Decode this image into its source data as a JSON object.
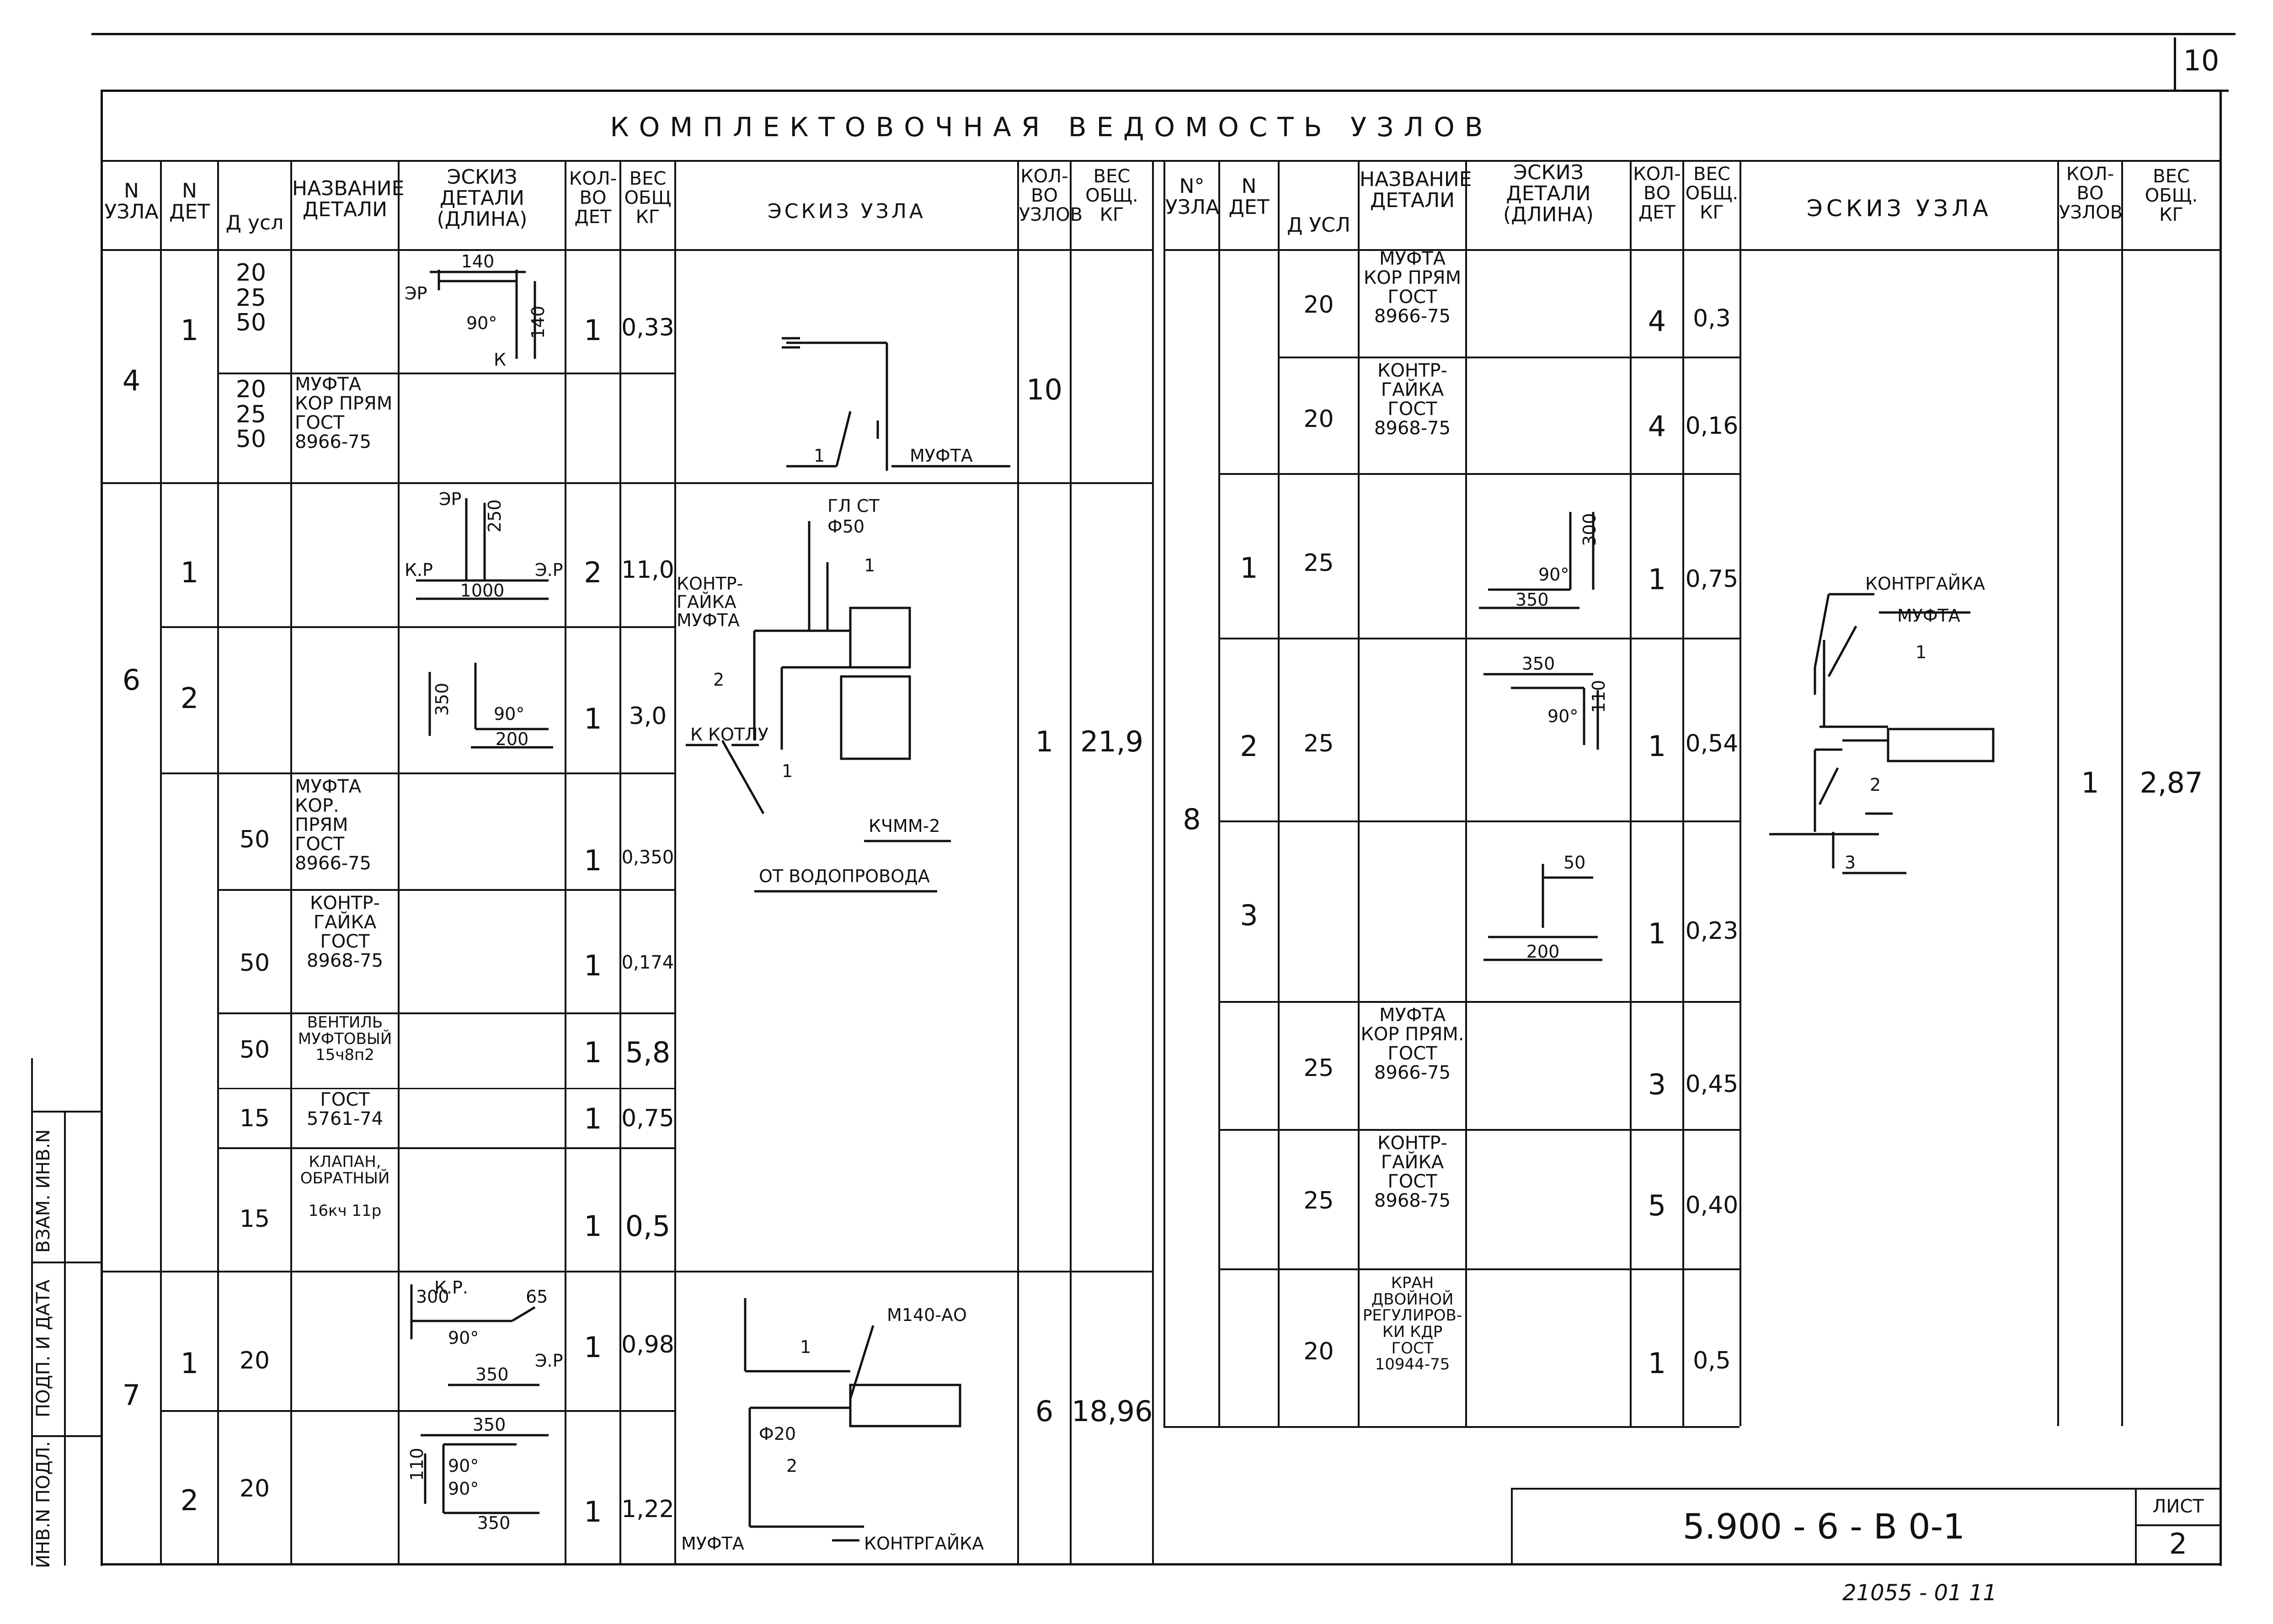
{
  "sheet": {
    "corner_number": "10",
    "title": "КОМПЛЕКТОВОЧНАЯ ВЕДОМОСТЬ УЗЛОВ",
    "doc_code": "5.900 - 6 - В 0-1",
    "sheet_label": "ЛИСТ",
    "sheet_number": "2",
    "archive_number": "21055 - 01  11",
    "side_stamp": [
      "ИНВ.N ПОДЛ.",
      "ПОДП. И ДАТА",
      "ВЗАМ. ИНВ.N"
    ]
  },
  "headers": {
    "left": {
      "node_no": "N\nУЗЛА",
      "part_no": "N\nДЕТ",
      "dn": "Д усл",
      "name": "НАЗВАНИЕ\nДЕТАЛИ",
      "sketch": "ЭСКИЗ\nДЕТАЛИ\n(ДЛИНА)",
      "qty": "КОЛ-\nВО\nДЕТ",
      "weight": "ВЕС\nОБЩ\nКГ",
      "node_sketch": "ЭСКИЗ  УЗЛА",
      "node_qty": "КОЛ-\nВО\nУЗЛОВ",
      "node_weight": "ВЕС\nОБЩ.\nКГ"
    },
    "right": {
      "node_no": "N°\nУЗЛА",
      "part_no": "N\nДЕТ",
      "dn": "Д УСЛ",
      "name": "НАЗВАНИЕ\nДЕТАЛИ",
      "sketch": "ЭСКИЗ\nДЕТАЛИ\n(ДЛИНА)",
      "qty": "КОЛ-\nВО\nДЕТ",
      "weight": "ВЕС\nОБЩ.\nКГ",
      "node_sketch": "ЭСКИЗ  УЗЛА",
      "node_qty": "КОЛ-\nВО\nУЗЛОВ",
      "node_weight": "ВЕС\nОБЩ.\nКГ"
    }
  },
  "left_rows": [
    {
      "node": "4",
      "part": "1",
      "dn": "20\n25\n50",
      "name": "",
      "qty": "1",
      "weight": "0,33"
    },
    {
      "node": "",
      "part": "",
      "dn": "20\n25\n50",
      "name": "МУФТА\nКОР ПРЯМ\nГОСТ\n8966-75",
      "qty": "",
      "weight": ""
    },
    {
      "node": "6",
      "part": "1",
      "dn": "",
      "name": "",
      "qty": "2",
      "weight": "11,0"
    },
    {
      "node": "",
      "part": "2",
      "dn": "",
      "name": "",
      "qty": "1",
      "weight": "3,0"
    },
    {
      "node": "",
      "part": "",
      "dn": "50",
      "name": "МУФТА\nКОР. ПРЯМ\nГОСТ\n8966-75",
      "qty": "1",
      "weight": "0,350"
    },
    {
      "node": "",
      "part": "",
      "dn": "50",
      "name": "КОНТР-\nГАЙКА\nГОСТ\n8968-75",
      "qty": "1",
      "weight": "0,174"
    },
    {
      "node": "",
      "part": "",
      "dn": "50",
      "name": "ВЕНТИЛЬ\nМУФТОВЫЙ\n15ч8п2",
      "qty": "1",
      "weight": "5,8"
    },
    {
      "node": "",
      "part": "",
      "dn": "15",
      "name": "ГОСТ\n5761-74",
      "qty": "1",
      "weight": "0,75"
    },
    {
      "node": "",
      "part": "",
      "dn": "15",
      "name": "КЛАПАН,\nОБРАТНЫЙ\n\n16кч 11р",
      "qty": "1",
      "weight": "0,5"
    },
    {
      "node": "7",
      "part": "1",
      "dn": "20",
      "name": "",
      "qty": "1",
      "weight": "0,98"
    },
    {
      "node": "",
      "part": "2",
      "dn": "20",
      "name": "",
      "qty": "1",
      "weight": "1,22"
    }
  ],
  "left_nodes": [
    {
      "node": "4",
      "qty": "10",
      "weight": ""
    },
    {
      "node": "6",
      "qty": "1",
      "weight": "21,9"
    },
    {
      "node": "7",
      "qty": "6",
      "weight": "18,96"
    }
  ],
  "right_rows": [
    {
      "part": "",
      "dn": "20",
      "name": "МУФТА\nКОР ПРЯМ\nГОСТ\n8966-75",
      "qty": "4",
      "weight": "0,3"
    },
    {
      "part": "",
      "dn": "20",
      "name": "КОНТР-\nГАЙКА\nГОСТ\n8968-75",
      "qty": "4",
      "weight": "0,16"
    },
    {
      "part": "1",
      "dn": "25",
      "name": "",
      "qty": "1",
      "weight": "0,75"
    },
    {
      "part": "2",
      "dn": "25",
      "name": "",
      "qty": "1",
      "weight": "0,54"
    },
    {
      "part": "3",
      "dn": "",
      "name": "",
      "qty": "1",
      "weight": "0,23"
    },
    {
      "part": "",
      "dn": "25",
      "name": "МУФТА\nКОР ПРЯМ.\nГОСТ\n8966-75",
      "qty": "3",
      "weight": "0,45"
    },
    {
      "part": "",
      "dn": "25",
      "name": "КОНТР-\nГАЙКА\nГОСТ\n8968-75",
      "qty": "5",
      "weight": "0,40"
    },
    {
      "part": "",
      "dn": "20",
      "name": "КРАН\nДВОЙНОЙ\nРЕГУЛИРОВ-\nКИ КДР\nГОСТ\n10944-75",
      "qty": "1",
      "weight": "0,5"
    }
  ],
  "right_node": {
    "node": "8",
    "qty": "1",
    "weight": "2,87"
  },
  "sketch_labels": {
    "n4_p1": {
      "top": "140",
      "side": "140",
      "angle": "90°",
      "left": "ЭР",
      "bottom": "К"
    },
    "n6_p1": {
      "top": "ЭР",
      "v": "250",
      "h": "1000",
      "kr": "К.Р",
      "er": "Э.Р"
    },
    "n6_p2": {
      "v": "350",
      "angle": "90°",
      "h": "200"
    },
    "n7_p1": {
      "kp": "К.Р.",
      "v": "300",
      "angle": "90°",
      "h": "350",
      "d": "65",
      "er": "Э.Р"
    },
    "n7_p2": {
      "top": "350",
      "v": "110",
      "a1": "90°",
      "a2": "90°",
      "h": "350"
    },
    "n8_p1": {
      "v": "300",
      "angle": "90°",
      "h": "350"
    },
    "n8_p2": {
      "h": "350",
      "angle": "90°",
      "v": "110"
    },
    "n8_p3": {
      "d": "50",
      "h": "200"
    },
    "node4": {
      "mark": "1",
      "muf": "МУФТА"
    },
    "node6": {
      "glst": "ГЛ СТ",
      "d50": "Ф50",
      "one": "1",
      "kontr": "КОНТР-\nГАЙКА\nМУФТА",
      "two": "2",
      "kotlu": "К КОТЛУ",
      "one_b": "1",
      "kchmm": "КЧММ-2",
      "vodo": "ОТ ВОДОПРОВОДА"
    },
    "node7": {
      "m140": "М140-АО",
      "one": "1",
      "d20": "Ф20",
      "two": "2",
      "muf": "МУФТА",
      "kontr": "КОНТРГАЙКА"
    },
    "node8": {
      "kontr": "КОНТРГАЙКА",
      "muf": "МУФТА",
      "one": "1",
      "two": "2",
      "three": "3"
    }
  }
}
